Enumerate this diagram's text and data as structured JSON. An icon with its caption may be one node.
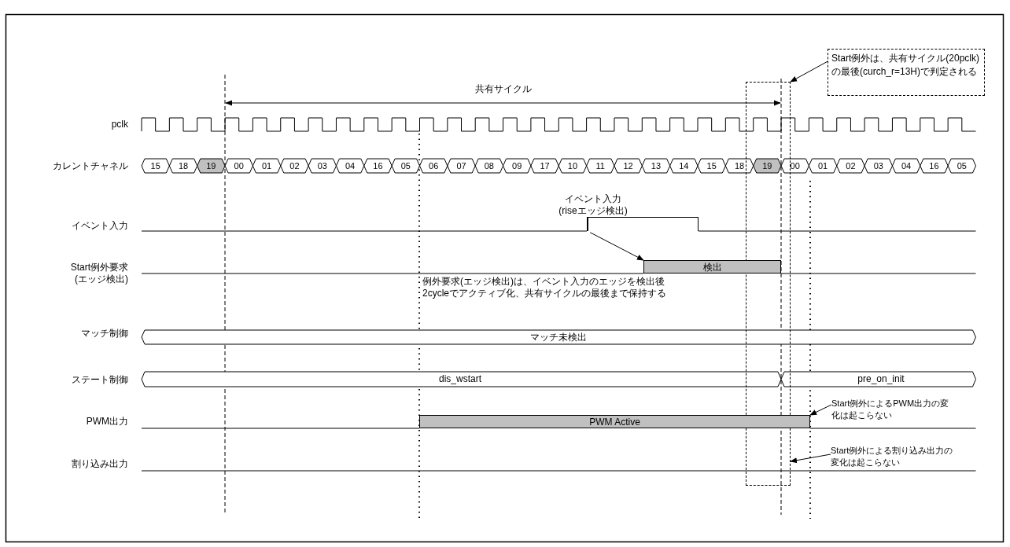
{
  "diagram": {
    "nodes": [
      {
        "text": [
          "Start例外は、共有サイクル(20pclk)の最後(curch_r=13H)で判定される"
        ]
      },
      {
        "text": [],
        "shape": "box"
      },
      {
        "text": [],
        "shape": "bar",
        "beside": [
          "イベント入力 (riseエッジ検出)"
        ]
      },
      {
        "text": [
          "検出"
        ]
      },
      {
        "text": [
          "PWM Active"
        ]
      },
      {
        "text": [
          "Start例外によるPWM出力の変化は起こらない"
        ]
      },
      {
        "text": [
          "Start例外による割り込み出力の変化は起こらない"
        ]
      }
    ],
    "edges": [
      {
        "from": 0,
        "to": 1,
        "arrow": "to"
      },
      {
        "from": 2,
        "to": 3,
        "arrow": "to"
      },
      {
        "from": 5,
        "to": 4,
        "arrow": "to"
      },
      {
        "from": 6,
        "to": 1,
        "arrow": "to"
      }
    ],
    "labels": [
      "共有サイクル",
      "pclk",
      "カレントチャネル",
      "15",
      "18",
      "19",
      "00",
      "01",
      "02",
      "03",
      "04",
      "16",
      "05",
      "06",
      "07",
      "08",
      "09",
      "17",
      "10",
      "11",
      "12",
      "13",
      "14",
      "15",
      "18",
      "19",
      "00",
      "01",
      "02",
      "03",
      "04",
      "16",
      "05",
      "イベント入力",
      "Start例外要求 (エッジ検出)",
      "例外要求(エッジ検出)は、イベント入力のエッジを検出後2cycleでアクティブ化、共有サイクルの最後まで保持する",
      "マッチ制御",
      "マッチ未検出",
      "ステート制御",
      "dis_wstart",
      "pre_on_init",
      "PWM出力",
      "割り込み出力"
    ]
  }
}
